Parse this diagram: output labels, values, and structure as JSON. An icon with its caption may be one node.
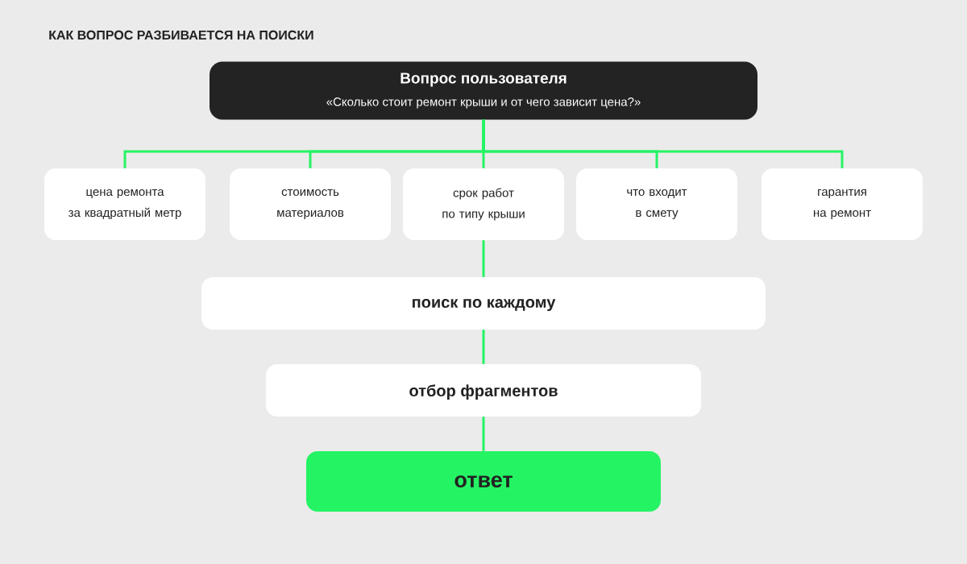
{
  "diagram": {
    "title": "КАК ВОПРОС РАЗБИВАЕТСЯ НА ПОИСКИ",
    "nodes": [
      {
        "text": [
          "Вопрос пользователя",
          "«Сколько стоит ремонт крыши и от чего зависит цена?»"
        ]
      },
      {
        "text": [
          "цена ремонта за квадратный метр"
        ]
      },
      {
        "text": [
          "стоимость материалов"
        ]
      },
      {
        "text": [
          "срок работ по типу крыши"
        ]
      },
      {
        "text": [
          "что входит в смету"
        ]
      },
      {
        "text": [
          "гарантия на ремонт"
        ]
      },
      {
        "text": [
          "поиск по каждому"
        ]
      },
      {
        "text": [
          "отбор фрагментов"
        ]
      },
      {
        "text": [
          "ответ"
        ]
      }
    ],
    "edges": [
      {
        "from": 0,
        "to": 1,
        "arrow": "none"
      },
      {
        "from": 0,
        "to": 2,
        "arrow": "none"
      },
      {
        "from": 0,
        "to": 3,
        "arrow": "none"
      },
      {
        "from": 0,
        "to": 4,
        "arrow": "none"
      },
      {
        "from": 0,
        "to": 5,
        "arrow": "none"
      },
      {
        "from": 3,
        "to": 6,
        "arrow": "none"
      },
      {
        "from": 6,
        "to": 7,
        "arrow": "none"
      },
      {
        "from": 7,
        "to": 8,
        "arrow": "none"
      }
    ]
  }
}
